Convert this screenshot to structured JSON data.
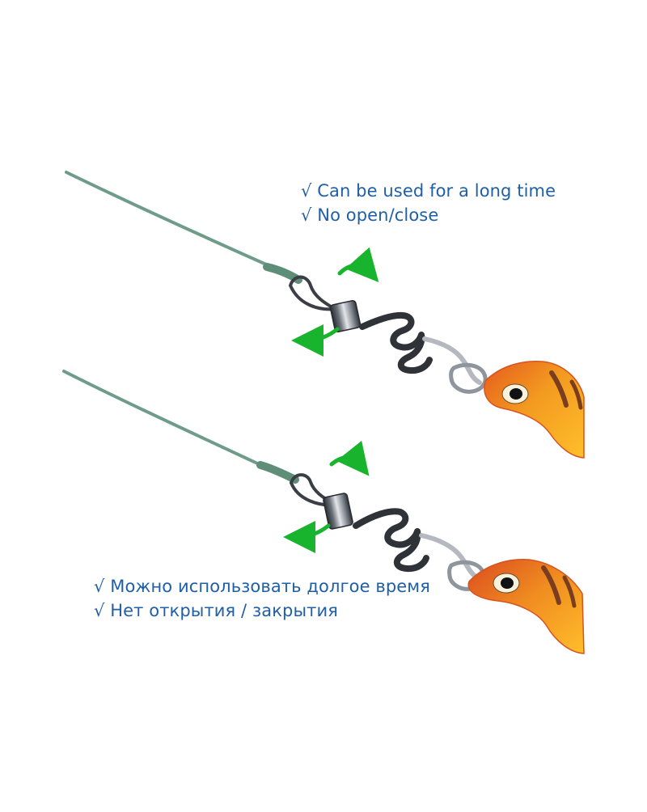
{
  "captions": {
    "english": {
      "line1": "√ Can be used for a long time",
      "line2": "√ No open/close"
    },
    "russian": {
      "line1": "√ Можно использовать долгое время",
      "line2": "√ Нет открытия / закрытия"
    }
  },
  "colors": {
    "text": "#1f5fa8",
    "line": "#6f9c8a",
    "arrow": "#18b42d",
    "lure_orange": "#f29a1f",
    "lure_red": "#d44a21",
    "metal_dark": "#2f3338",
    "metal_light": "#c8cbd0"
  },
  "icons": {
    "rotation_arrow": "rotation-arrow-icon"
  }
}
